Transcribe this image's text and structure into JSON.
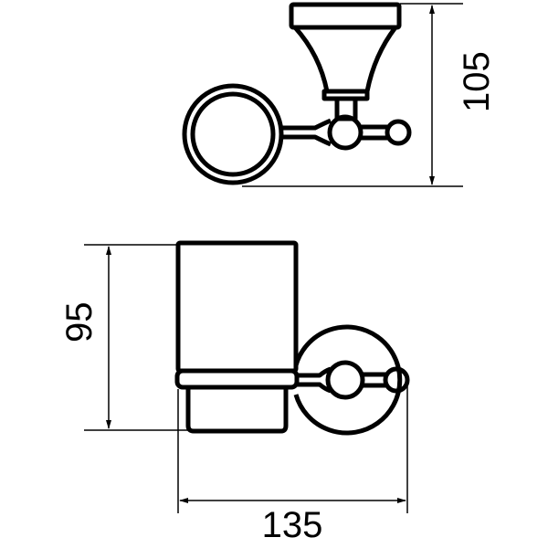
{
  "dimensions": {
    "height_top_view": "105",
    "height_front_view": "95",
    "width_front_view": "135"
  },
  "colors": {
    "line": "#000000",
    "background": "#ffffff"
  }
}
